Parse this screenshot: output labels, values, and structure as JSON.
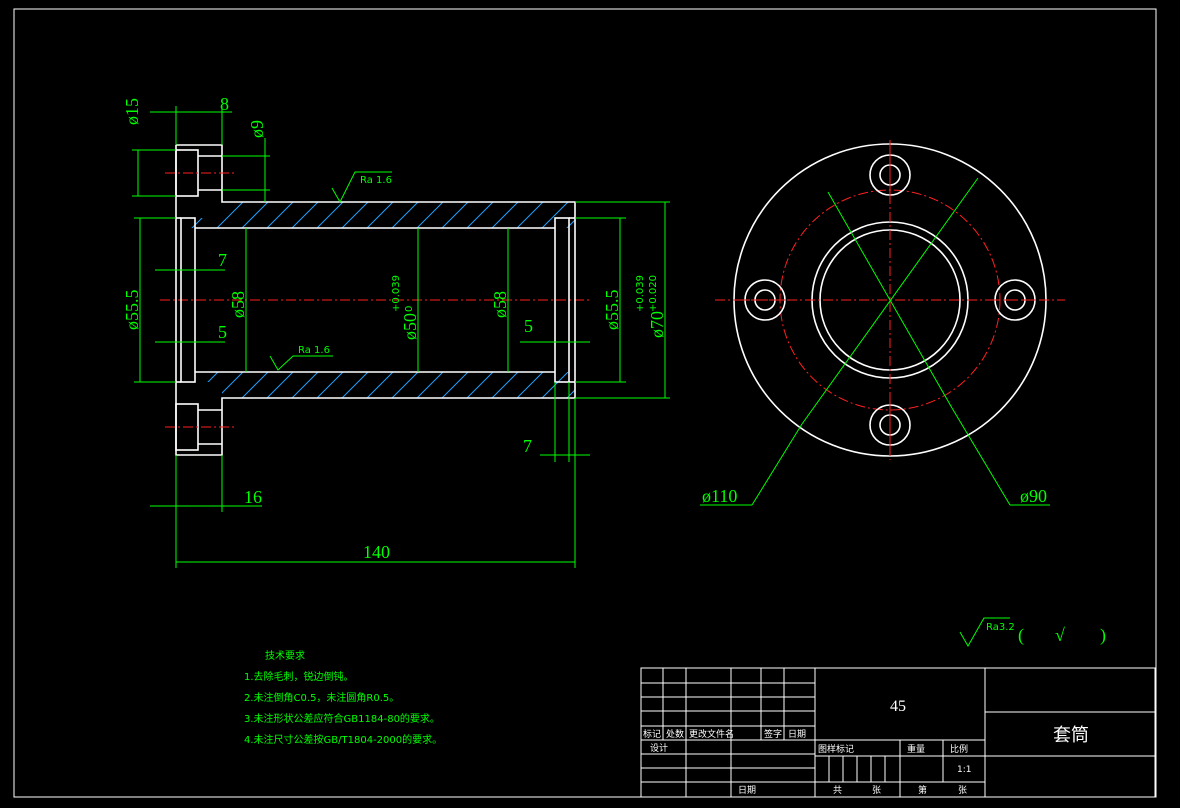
{
  "dims": {
    "d15": "ø15",
    "l8": "8",
    "d9": "ø9",
    "ra_top": "Ra 1.6",
    "ra_bottom": "Ra 1.6",
    "d55_left": "ø55.5",
    "l7_left": "7",
    "l5_left": "5",
    "d58_left": "ø58",
    "d50_main": "ø50",
    "d50_tol_up": "+0.039",
    "d50_tol_low": "0",
    "d58_right": "ø58",
    "l5_right": "5",
    "d55_right": "ø55.5",
    "d70_main": "ø70",
    "d70_tol_up": "+0.039",
    "d70_tol_low": "+0.020",
    "l7_right": "7",
    "l16": "16",
    "l140": "140",
    "d110": "ø110",
    "d90": "ø90"
  },
  "surface_general": {
    "symbol": "Ra3.2",
    "paren_open": "(",
    "check": "√",
    "paren_close": ")"
  },
  "tech": {
    "title": "技术要求",
    "items": [
      "1.去除毛刺，锐边倒钝。",
      "2.未注倒角C0.5，未注圆角R0.5。",
      "3.未注形状公差应符合GB1184-80的要求。",
      "4.未注尺寸公差按GB/T1804-2000的要求。"
    ]
  },
  "title_block": {
    "material": "45",
    "part_name": "套筒",
    "scale": "1:1",
    "headers": [
      "标记",
      "处数",
      "更改文件名",
      "签字",
      "日期"
    ],
    "design": "设计",
    "stage_headers": [
      "图样标记",
      "重量",
      "比例"
    ],
    "date": "日期",
    "sheet": [
      "共",
      "张",
      "第",
      "张"
    ]
  }
}
